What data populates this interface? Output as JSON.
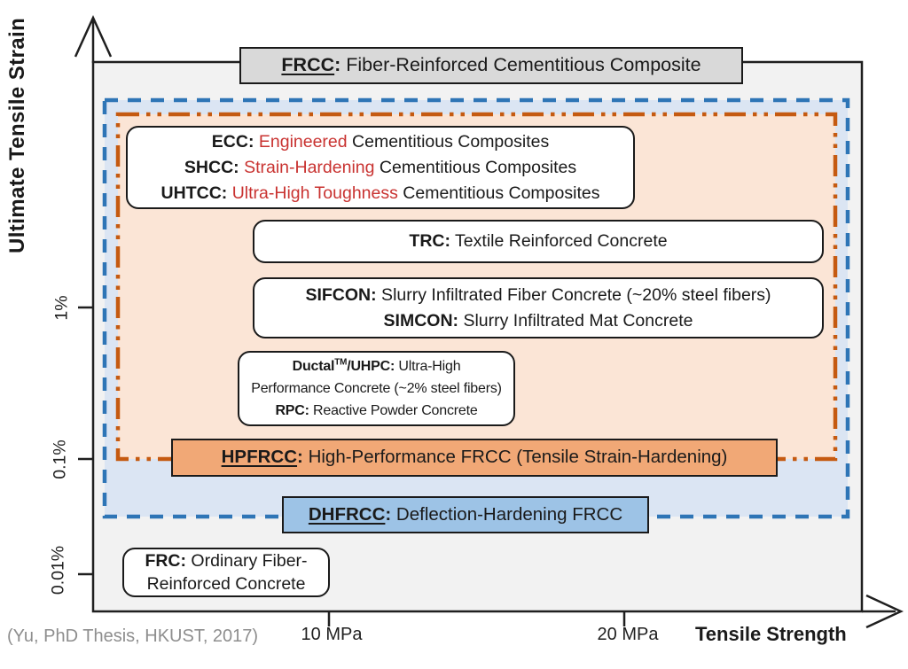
{
  "axes": {
    "y_label": "Ultimate Tensile Strain",
    "x_label": "Tensile Strength",
    "y_ticks": {
      "t1": "1%",
      "t2": "0.1%",
      "t3": "0.01%"
    },
    "x_ticks": {
      "t10": "10 MPa",
      "t20": "20 MPa"
    }
  },
  "citation": "(Yu, PhD Thesis, HKUST, 2017)",
  "boxes": {
    "frcc": {
      "abbr": "FRCC",
      "colon": ":",
      "desc": " Fiber-Reinforced Cementitious Composite"
    },
    "ecc": {
      "l1_abbr": "ECC:",
      "l1_red": " Engineered",
      "l1_rest": " Cementitious Composites",
      "l2_abbr": "SHCC:",
      "l2_red": " Strain-Hardening",
      "l2_rest": " Cementitious Composites",
      "l3_abbr": "UHTCC:",
      "l3_red": " Ultra-High Toughness",
      "l3_rest": " Cementitious Composites"
    },
    "trc": {
      "abbr": "TRC:",
      "desc": " Textile Reinforced Concrete"
    },
    "sifcon": {
      "l1_abbr": "SIFCON:",
      "l1_rest": " Slurry Infiltrated Fiber Concrete (~20% steel fibers)",
      "l2_abbr": "SIMCON:",
      "l2_rest": " Slurry Infiltrated Mat Concrete"
    },
    "ductal": {
      "brand": "Ductal",
      "tm": "TM",
      "uhpc": "/UHPC:",
      "l1_rest": " Ultra-High",
      "l2": "Performance Concrete (~2% steel fibers)",
      "l3_abbr": "RPC:",
      "l3_rest": " Reactive Powder Concrete"
    },
    "hpfrcc": {
      "abbr": "HPFRCC",
      "colon": ":",
      "desc": " High-Performance FRCC (Tensile Strain-Hardening)"
    },
    "dhfrcc": {
      "abbr": "DHFRCC",
      "colon": ":",
      "desc": " Deflection-Hardening FRCC"
    },
    "frc": {
      "abbr": "FRC:",
      "l1_rest": " Ordinary Fiber-",
      "l2": "Reinforced Concrete"
    }
  },
  "colors": {
    "plot_bg": "#F2F2F2",
    "frcc_box_gray": "#D9D9D9",
    "dhfrcc_region_fill": "#DBE5F3",
    "dhfrcc_dash_blue": "#2E75B6",
    "dhfrcc_box_blue": "#9DC3E6",
    "hpfrcc_region_fill": "#FBE5D6",
    "hpfrcc_dash_orange": "#C55A11",
    "hpfrcc_box_orange": "#F1A876",
    "red_text": "#C93331",
    "ink": "#1A1A1A",
    "citation_gray": "#8E8E8E"
  }
}
